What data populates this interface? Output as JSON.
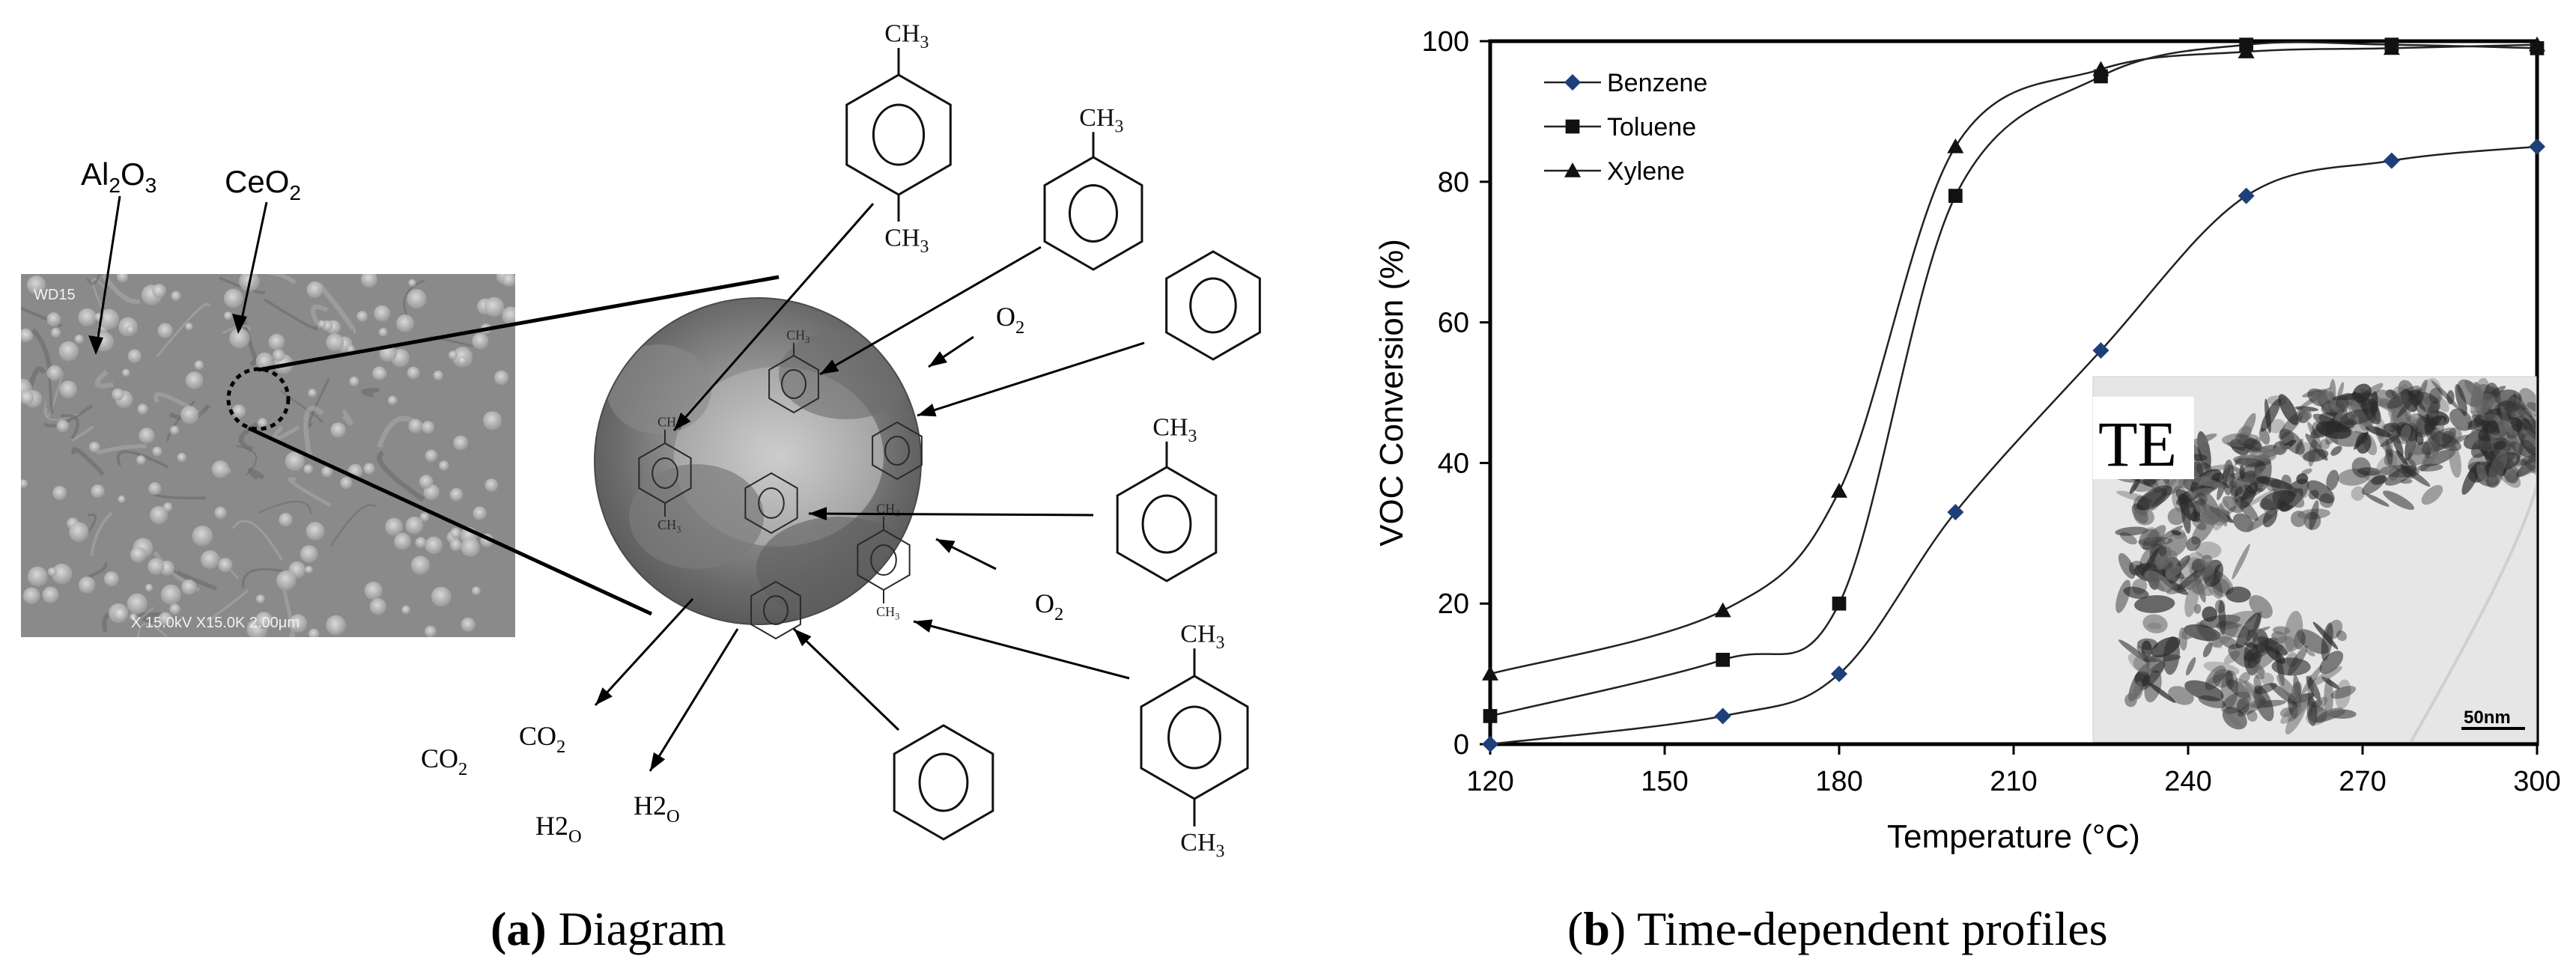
{
  "panel_a": {
    "caption_tag": "(a)",
    "caption_text": "Diagram",
    "labels": {
      "al2o3": "Al2O3",
      "ceo2": "CeO2",
      "o2_top": "O2",
      "o2_mid": "O2",
      "co2_left": "CO2",
      "co2_right": "CO2",
      "h2o_left": "H2O",
      "h2o_right": "H2O",
      "ch3": "CH3",
      "sem_header": "WD15",
      "sem_footer": "X 15.0kV X15.0K 2.00μm"
    }
  },
  "panel_b": {
    "caption_tag": "(b)",
    "caption_text": "Time-dependent profiles",
    "inset_label": "TE",
    "scale_bar": "50nm"
  },
  "chart_data": {
    "type": "line",
    "xlabel": "Temperature (°C)",
    "ylabel": "VOC Conversion (%)",
    "xlim": [
      120,
      300
    ],
    "ylim": [
      0,
      100
    ],
    "xticks": [
      120,
      150,
      180,
      210,
      240,
      270,
      300
    ],
    "yticks": [
      0,
      20,
      40,
      60,
      80,
      100
    ],
    "grid": false,
    "legend": "top-left",
    "series": [
      {
        "name": "Benzene",
        "marker": "diamond",
        "color": "#1f3f7a",
        "x": [
          120,
          160,
          180,
          200,
          225,
          250,
          275,
          300
        ],
        "y": [
          0,
          4,
          10,
          33,
          56,
          78,
          83,
          85
        ]
      },
      {
        "name": "Toluene",
        "marker": "square",
        "color": "#111111",
        "x": [
          120,
          160,
          180,
          200,
          225,
          250,
          275,
          300
        ],
        "y": [
          4,
          12,
          20,
          78,
          95,
          99.5,
          99.5,
          99
        ]
      },
      {
        "name": "Xylene",
        "marker": "triangle",
        "color": "#111111",
        "x": [
          120,
          160,
          180,
          200,
          225,
          250,
          275,
          300
        ],
        "y": [
          10,
          19,
          36,
          85,
          96,
          98.5,
          99,
          99.5
        ]
      }
    ]
  }
}
